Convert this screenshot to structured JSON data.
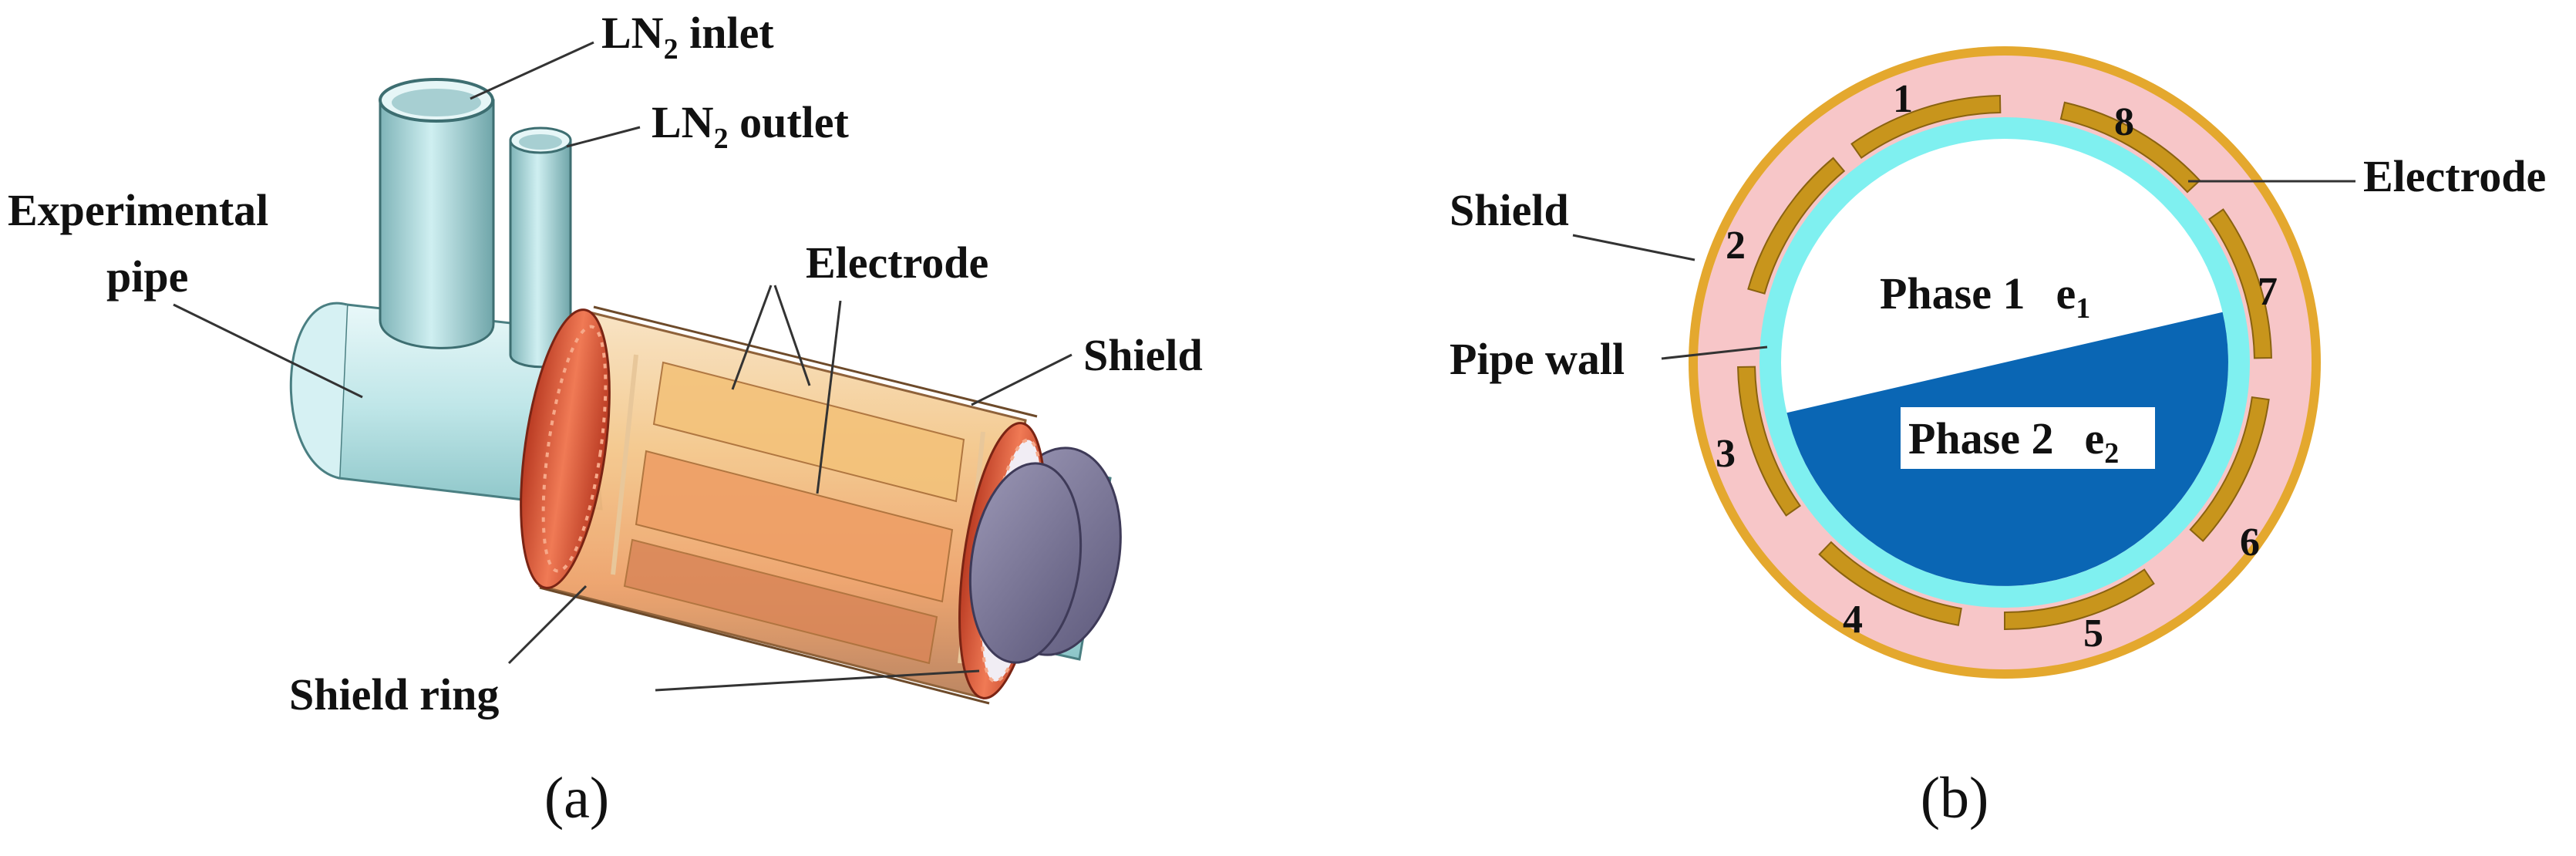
{
  "panel_a": {
    "caption": "(a)",
    "labels": {
      "ln2_inlet": {
        "main": "LN",
        "sub": "2",
        "tail": " inlet"
      },
      "ln2_outlet": {
        "main": "LN",
        "sub": "2",
        "tail": " outlet"
      },
      "experimental_pipe_line1": "Experimental",
      "experimental_pipe_line2": "pipe",
      "electrode": "Electrode",
      "shield": "Shield",
      "shield_ring": "Shield ring"
    }
  },
  "panel_b": {
    "caption": "(b)",
    "labels": {
      "shield": "Shield",
      "electrode": "Electrode",
      "pipe_wall": "Pipe wall",
      "phase1": {
        "text": "Phase 1",
        "sym": "e",
        "sub": "1"
      },
      "phase2": {
        "text": "Phase 2",
        "sym": "e",
        "sub": "2"
      }
    },
    "electrode_numbers": [
      "1",
      "2",
      "3",
      "4",
      "5",
      "6",
      "7",
      "8"
    ]
  },
  "colors": {
    "pipe": "#b8e3e6",
    "pipe_dark": "#5f9ea0",
    "electrode_body": "#f2b06a",
    "shield_ring": "#d8553a",
    "end_cap": "#7c7898",
    "shield_pink": "#f7c6c8",
    "outer_shield": "#e4a82e",
    "electrode_gold": "#c8951c",
    "pipe_wall_cyan": "#7ff0f0",
    "phase2_blue": "#0a66b4"
  }
}
